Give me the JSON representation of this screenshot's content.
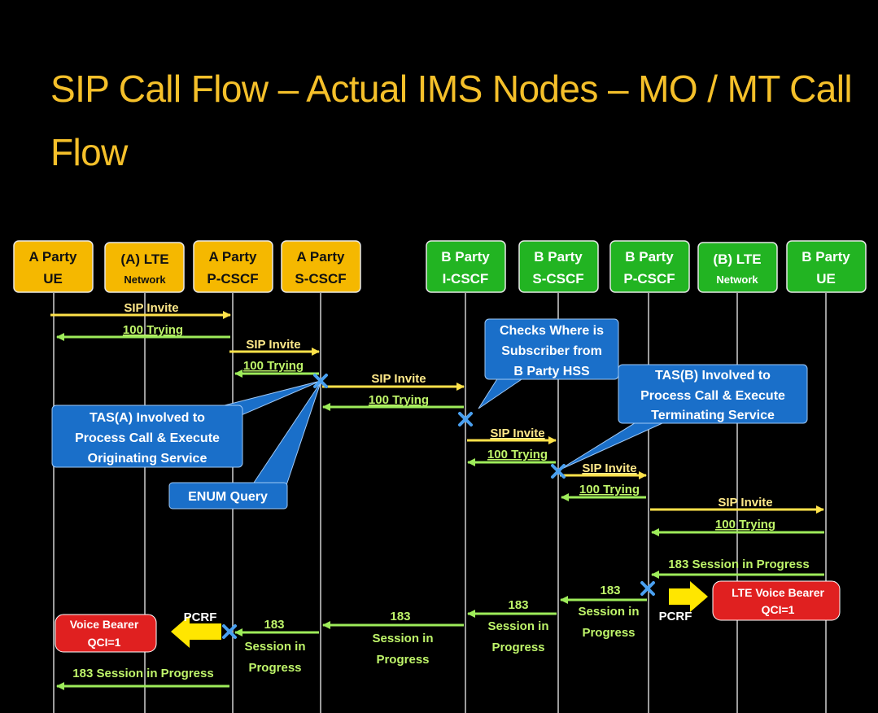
{
  "title": "SIP Call Flow – Actual IMS Nodes – MO / MT Call Flow",
  "nodes": [
    {
      "top": "A Party",
      "bottom": "UE"
    },
    {
      "top": "(A) LTE",
      "bottom": "Network"
    },
    {
      "top": "A Party",
      "bottom": "P-CSCF"
    },
    {
      "top": "A Party",
      "bottom": "S-CSCF"
    },
    {
      "top": "B Party",
      "bottom": "I-CSCF"
    },
    {
      "top": "B Party",
      "bottom": "S-CSCF"
    },
    {
      "top": "B Party",
      "bottom": "P-CSCF"
    },
    {
      "top": "(B) LTE",
      "bottom": "Network"
    },
    {
      "top": "B Party",
      "bottom": "UE"
    }
  ],
  "messages": {
    "sip_invite": "SIP Invite",
    "trying": "100 Trying",
    "session_progress": "183 Session in Progress",
    "num_183": "183",
    "session_in": "Session in",
    "progress": "Progress"
  },
  "callouts": {
    "hss": [
      "Checks Where is",
      "Subscriber from",
      "B Party HSS"
    ],
    "tas_a": [
      "TAS(A) Involved to",
      "Process Call & Execute",
      "Originating Service"
    ],
    "tas_b": [
      "TAS(B) Involved to",
      "Process Call & Execute",
      "Terminating Service"
    ],
    "enum": "ENUM Query"
  },
  "bearers": {
    "lte_voice": [
      "LTE Voice Bearer",
      "QCI=1"
    ],
    "voice": [
      "Voice Bearer",
      "QCI=1"
    ],
    "pcrf": "PCRF"
  },
  "colors": {
    "title": "#f5c02a",
    "a_party_box": "#f5b800",
    "b_party_box": "#22b422",
    "request_arrow": "#ffe24a",
    "response_arrow": "#9eec5a",
    "callout": "#1a6fc9",
    "bearer": "#e02020"
  }
}
